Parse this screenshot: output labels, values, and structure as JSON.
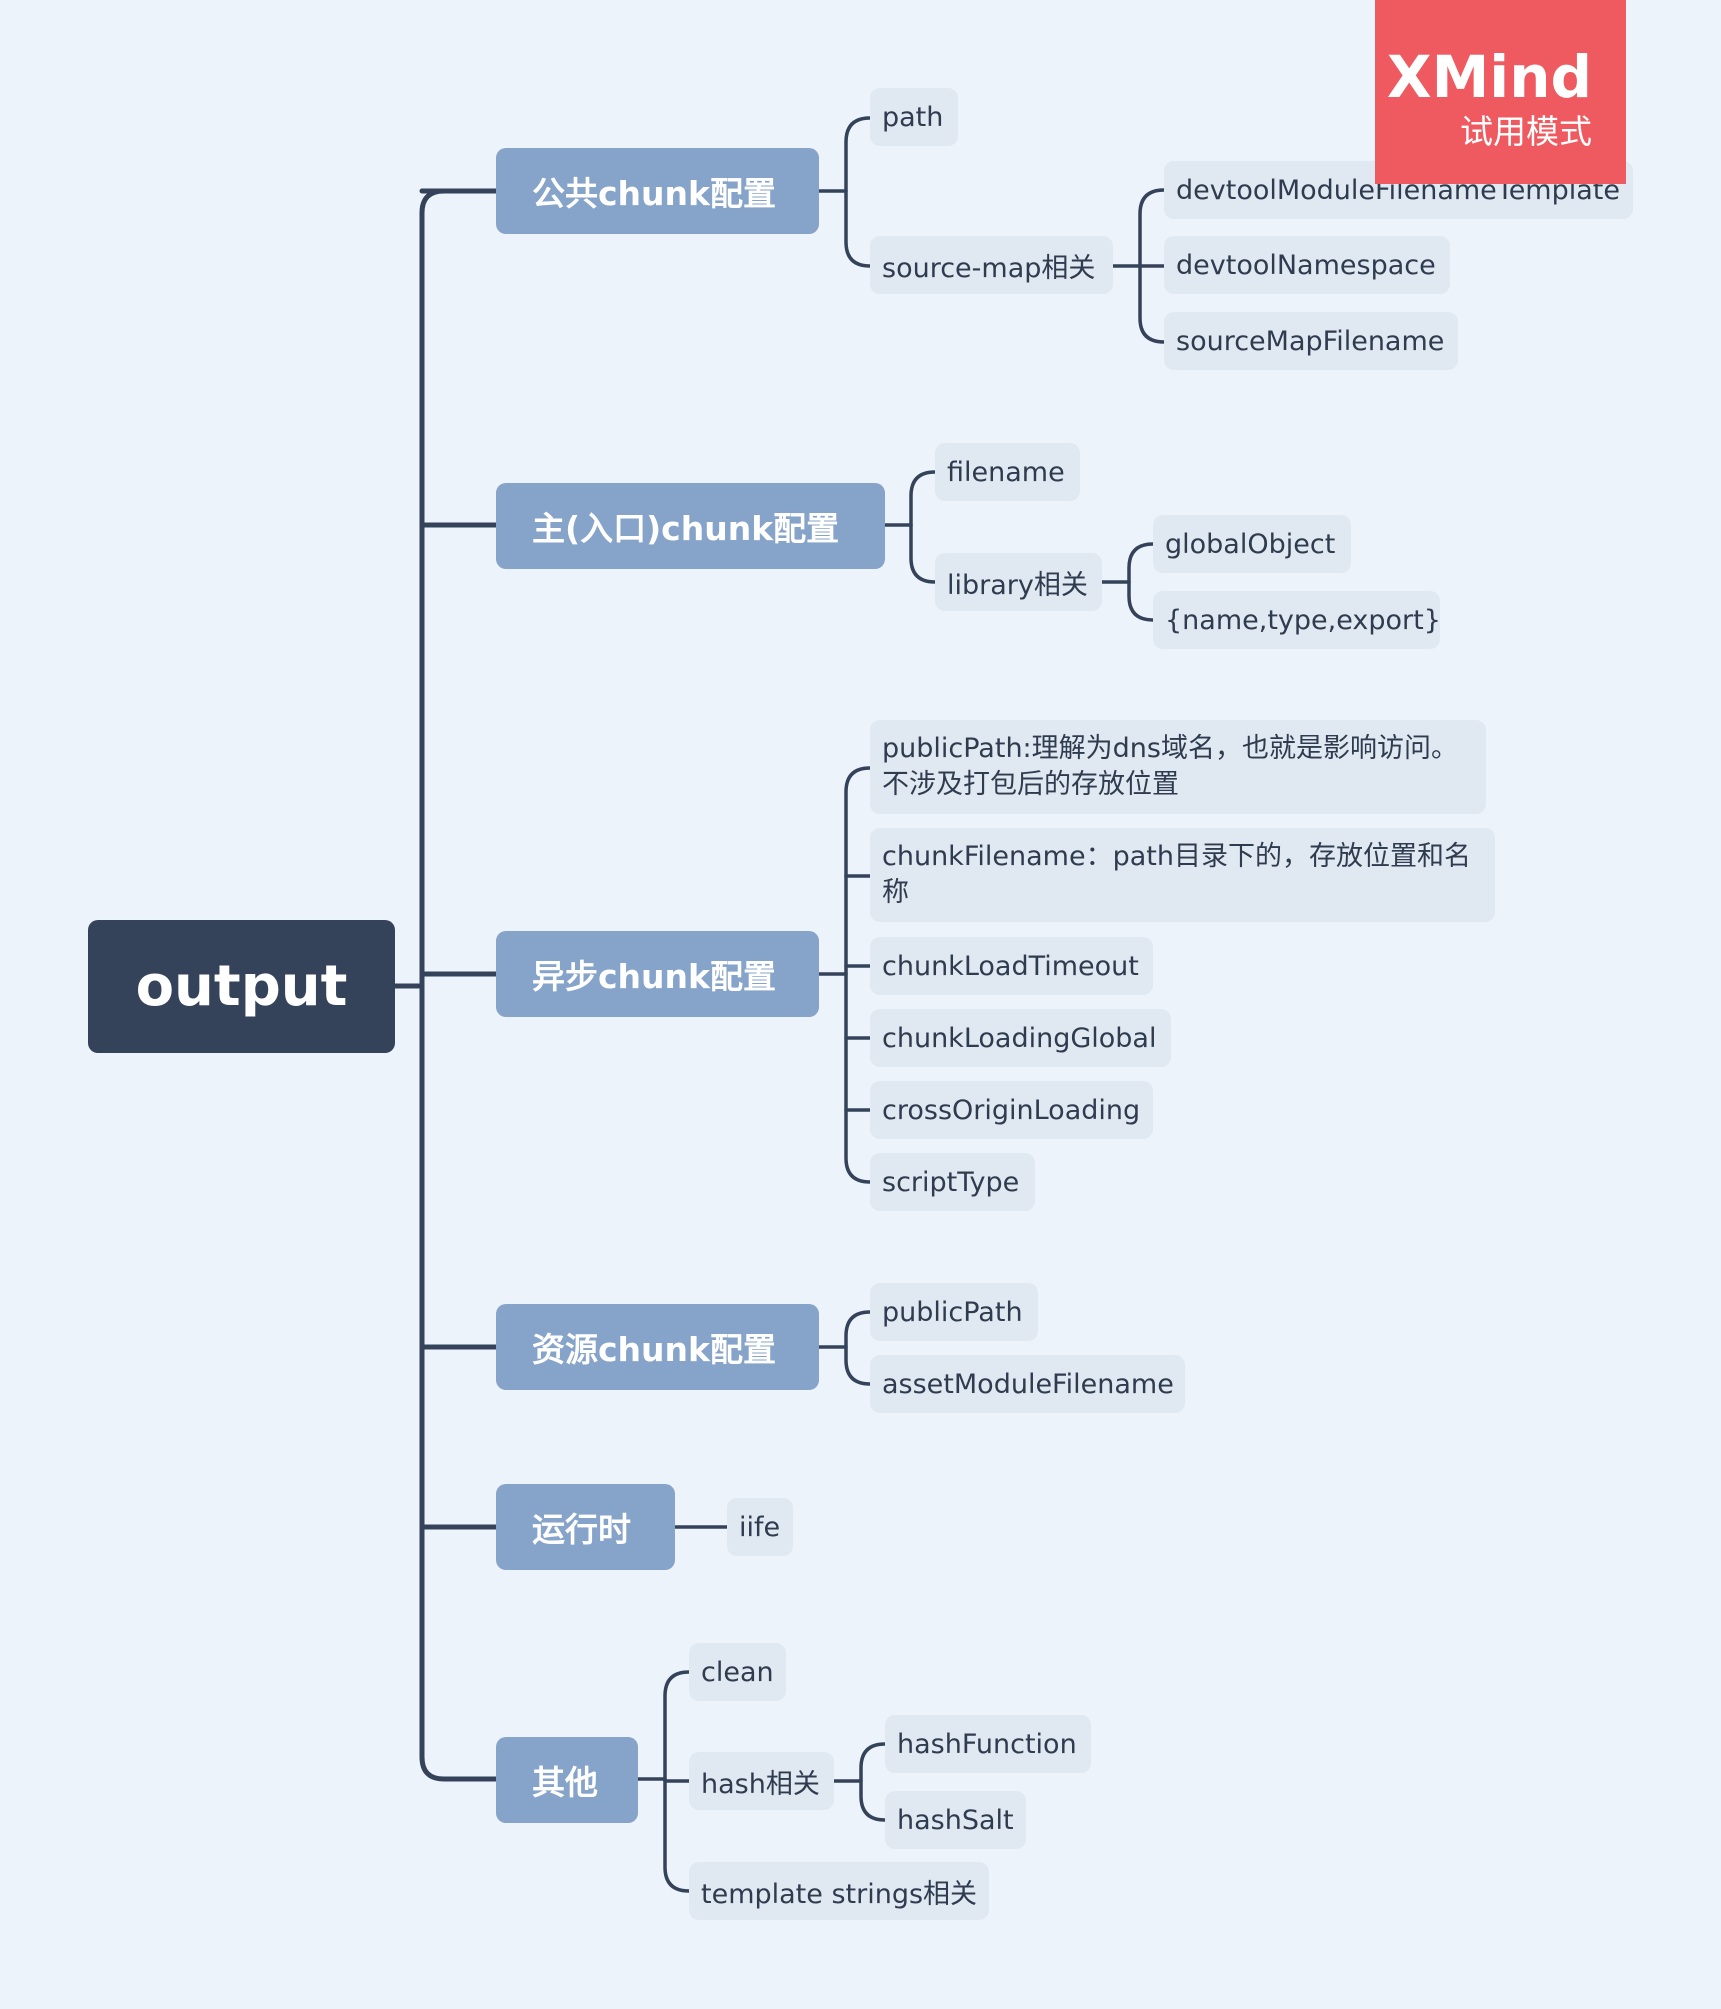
{
  "root": {
    "label": "output"
  },
  "branches": [
    {
      "label": "公共chunk配置",
      "children": [
        {
          "label": "path"
        },
        {
          "label": "source-map相关",
          "children": [
            {
              "label": "devtoolModuleFilenameTemplate"
            },
            {
              "label": "devtoolNamespace"
            },
            {
              "label": "sourceMapFilename"
            }
          ]
        }
      ]
    },
    {
      "label": "主(入口)chunk配置",
      "children": [
        {
          "label": "filename"
        },
        {
          "label": "library相关",
          "children": [
            {
              "label": "globalObject"
            },
            {
              "label": "{name,type,export}"
            }
          ]
        }
      ]
    },
    {
      "label": "异步chunk配置",
      "children": [
        {
          "label": "publicPath:理解为dns域名，也就是影响访问。不涉及打包后的存放位置"
        },
        {
          "label": "chunkFilename：path目录下的，存放位置和名称"
        },
        {
          "label": "chunkLoadTimeout"
        },
        {
          "label": "chunkLoadingGlobal"
        },
        {
          "label": "crossOriginLoading"
        },
        {
          "label": "scriptType"
        }
      ]
    },
    {
      "label": "资源chunk配置",
      "children": [
        {
          "label": "publicPath"
        },
        {
          "label": "assetModuleFilename"
        }
      ]
    },
    {
      "label": "运行时",
      "children": [
        {
          "label": "iife"
        }
      ]
    },
    {
      "label": "其他",
      "children": [
        {
          "label": "clean"
        },
        {
          "label": "hash相关",
          "children": [
            {
              "label": "hashFunction"
            },
            {
              "label": "hashSalt"
            }
          ]
        },
        {
          "label": "template strings相关"
        }
      ]
    }
  ],
  "watermark": {
    "brand": "XMind",
    "mode": "试用模式"
  },
  "colors": {
    "background": "#edf3fa",
    "root": "#34425a",
    "branch": "#86a3c9",
    "leaf": "#e0e8f1",
    "line": "#34425a",
    "watermark": "#ee5a5f"
  }
}
